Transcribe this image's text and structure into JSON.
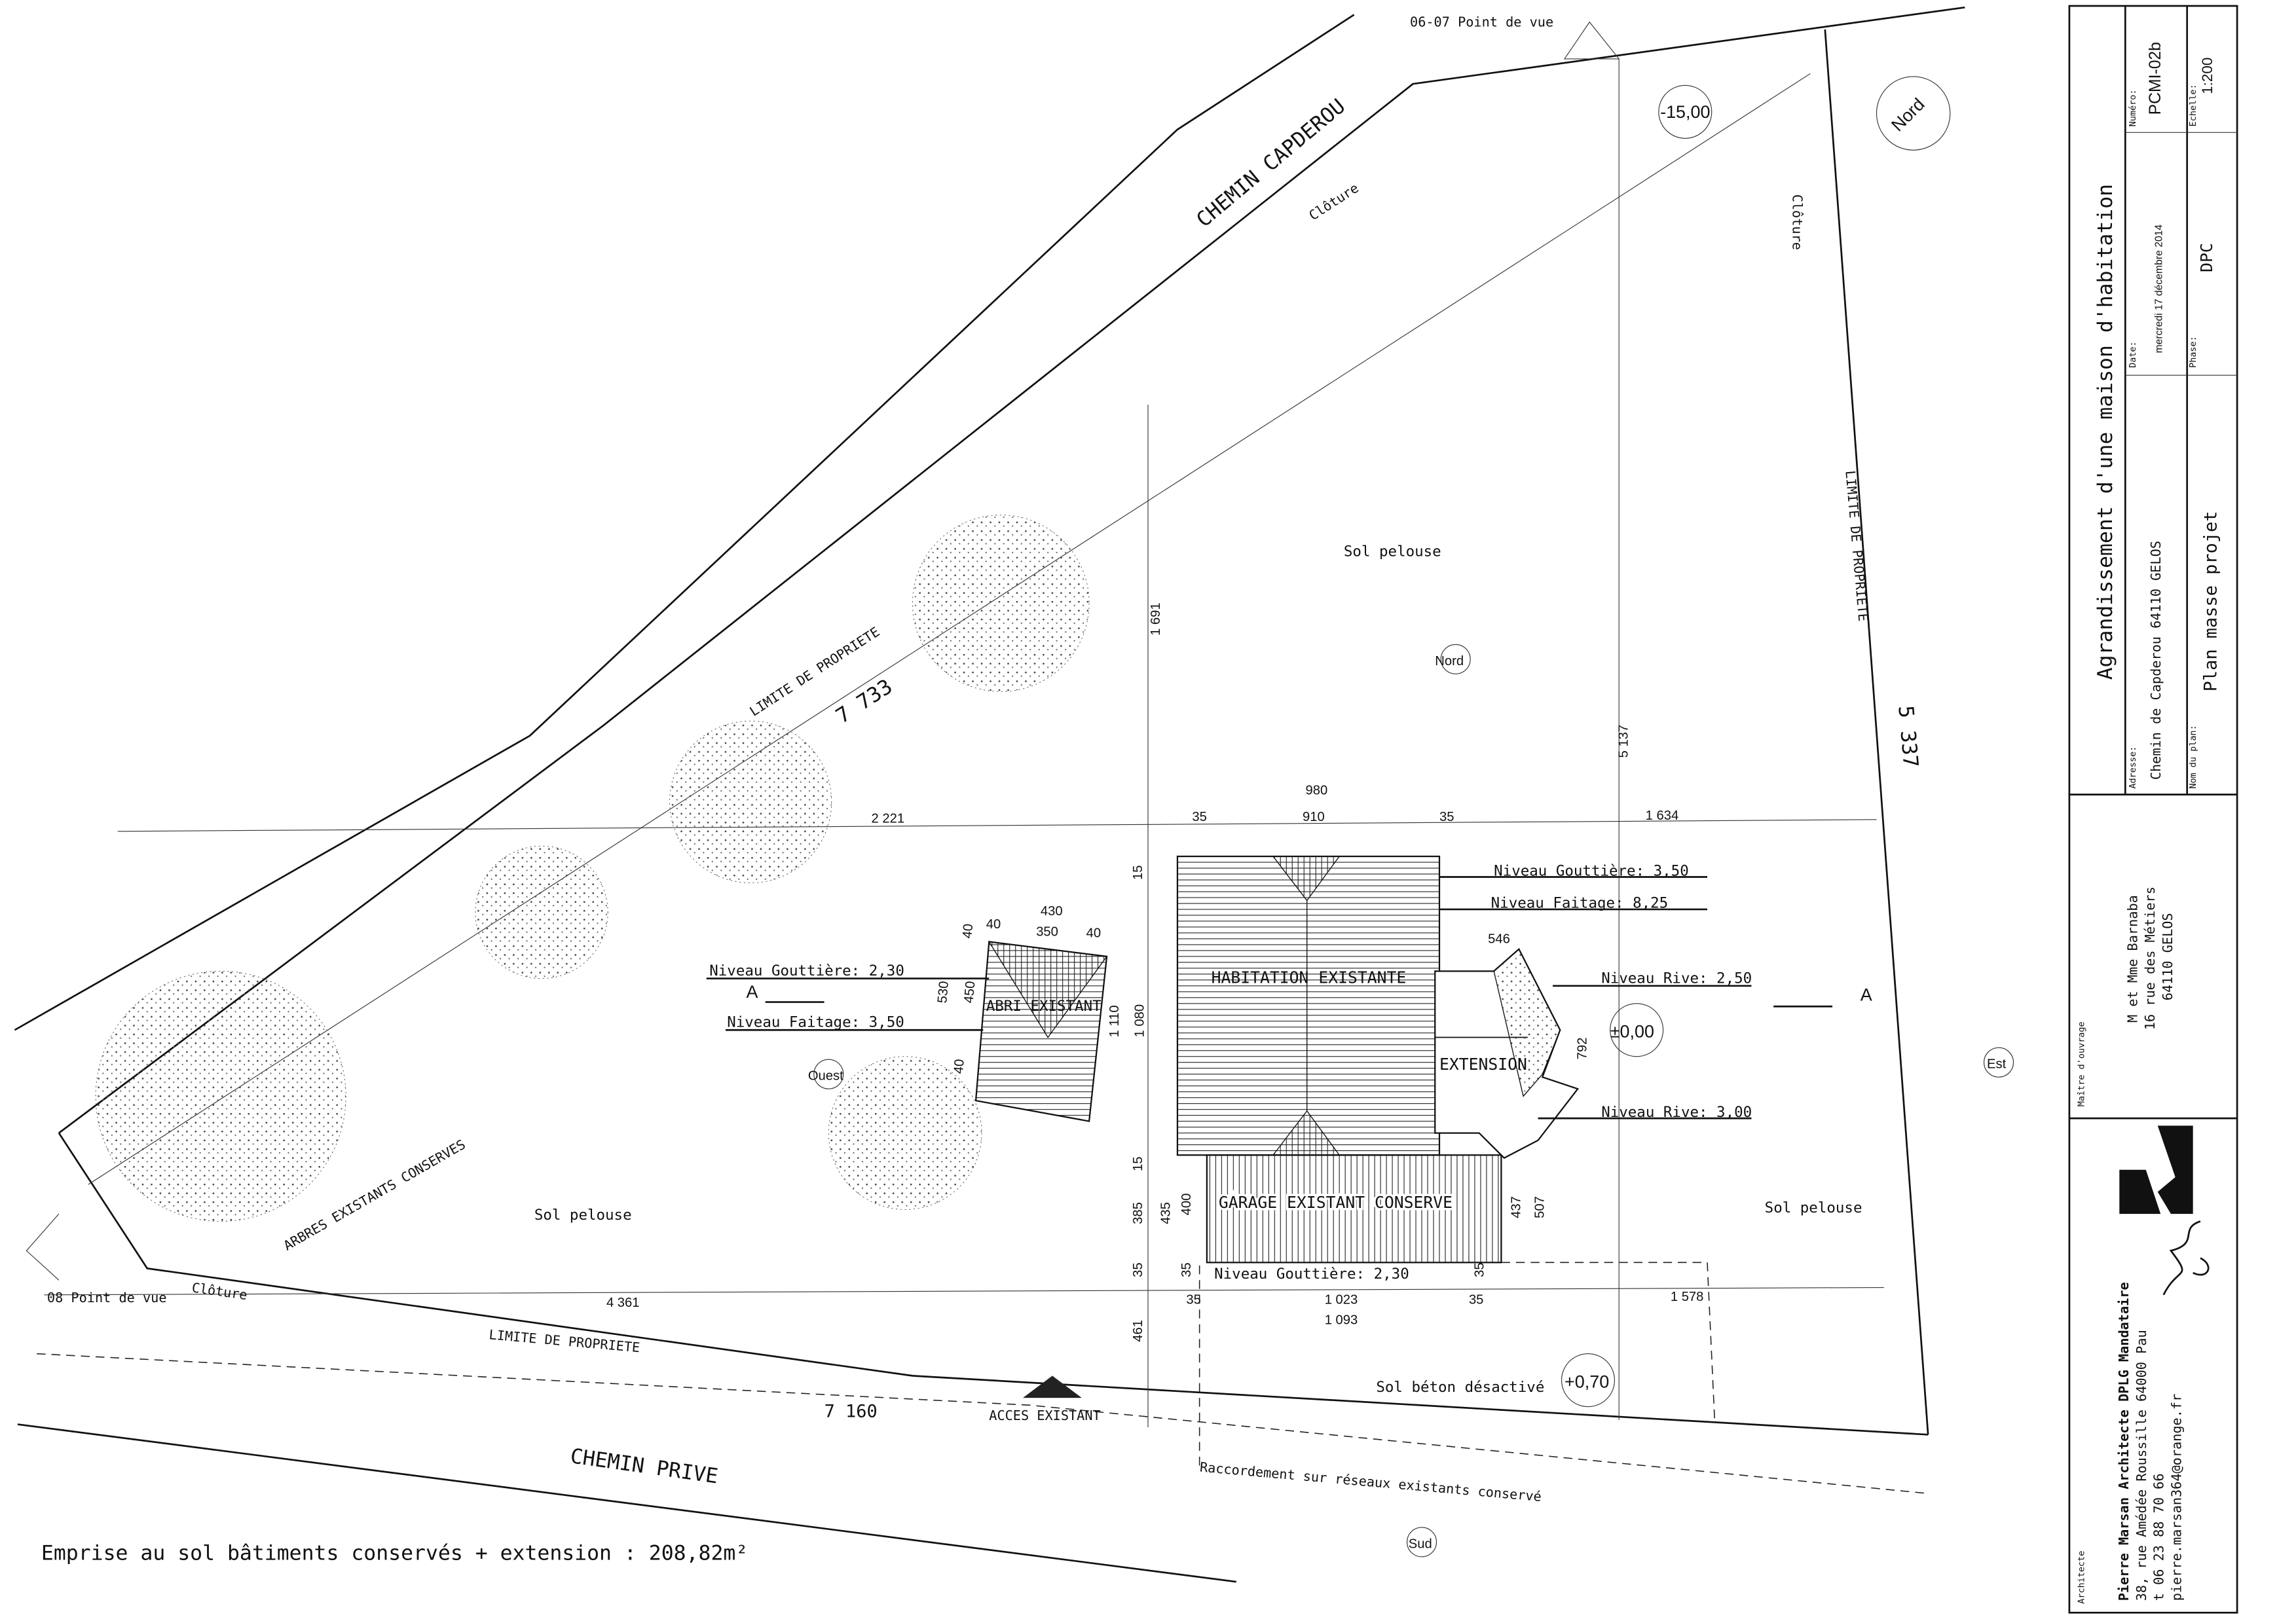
{
  "plan": {
    "viewpoint_top": "06-07 Point de vue",
    "viewpoint_left": "08 Point de vue",
    "road_north": "CHEMIN CAPDEROU",
    "road_south": "CHEMIN PRIVE",
    "fence": "Clôture",
    "property_limit": "LIMITE DE PROPRIETE",
    "lawn": "Sol pelouse",
    "trees": "ARBRES EXISTANTS CONSERVES",
    "concrete": "Sol béton désactivé",
    "access": "ACCES EXISTANT",
    "connection": "Raccordement sur réseaux existants conservé",
    "footprint": "Emprise au sol bâtiments conservés + extension : 208,82m²",
    "section_marker": "A",
    "levels": {
      "top": "-15,00",
      "mid": "±0,00",
      "bottom": "+0,70"
    },
    "orientation": {
      "north": "Nord",
      "south": "Sud",
      "east": "Est",
      "west": "Ouest"
    },
    "buildings": {
      "house": "HABITATION EXISTANTE",
      "extension": "EXTENSION",
      "garage": "GARAGE EXISTANT CONSERVE",
      "shelter": "ABRI EXISTANT"
    },
    "annotations": {
      "house_gutter": "Niveau Gouttière: 3,50",
      "house_ridge": "Niveau Faitage: 8,25",
      "rive_1": "Niveau Rive: 2,50",
      "rive_2": "Niveau Rive: 3,00",
      "garage_gutter": "Niveau Gouttière: 2,30",
      "shelter_gutter": "Niveau Gouttière: 2,30",
      "shelter_ridge": "Niveau Faitage: 3,50"
    },
    "dimensions": {
      "d7733": "7 733",
      "d7160": "7 160",
      "d5337": "5 337",
      "d5137": "5 137",
      "d1691": "1 691",
      "d2221": "2 221",
      "d4361": "4 361",
      "d1634": "1 634",
      "d1578": "1 578",
      "d980": "980",
      "d910": "910",
      "d35": "35",
      "d1023": "1 023",
      "d1093": "1 093",
      "d546": "546",
      "d792": "792",
      "d1110": "1 110",
      "d1080": "1 080",
      "d15": "15",
      "d385": "385",
      "d435": "435",
      "d400": "400",
      "d437": "437",
      "d507": "507",
      "d461": "461",
      "d430": "430",
      "d350": "350",
      "d40": "40",
      "d530": "530",
      "d450": "450"
    }
  },
  "title_block": {
    "title": "Agrandissement d'une maison d'habitation",
    "address_label": "Adresse:",
    "address": "Chemin de Capderou 64110 GELOS",
    "date_label": "Date:",
    "date": "mercredi 17 décembre 2014",
    "number_label": "Numéro:",
    "number": "PCMI-02b",
    "plan_name_label": "Nom du plan:",
    "plan_name": "Plan masse projet",
    "phase_label": "Phase:",
    "phase": "DPC",
    "scale_label": "Echelle:",
    "scale": "1:200",
    "client_label": "Maître d'ouvrage",
    "client_name": "M et Mme Barnaba",
    "client_street": "16 rue des Métiers",
    "client_city": "64110 GELOS",
    "architect_label": "Architecte",
    "architect_name": "Pierre Marsan Architecte DPLG Mandataire",
    "architect_address": "38, rue Amédée Roussille 64000 Pau",
    "architect_phone": "t 06 23 88 70 66",
    "architect_email": "pierre.marsan364@orange.fr"
  }
}
